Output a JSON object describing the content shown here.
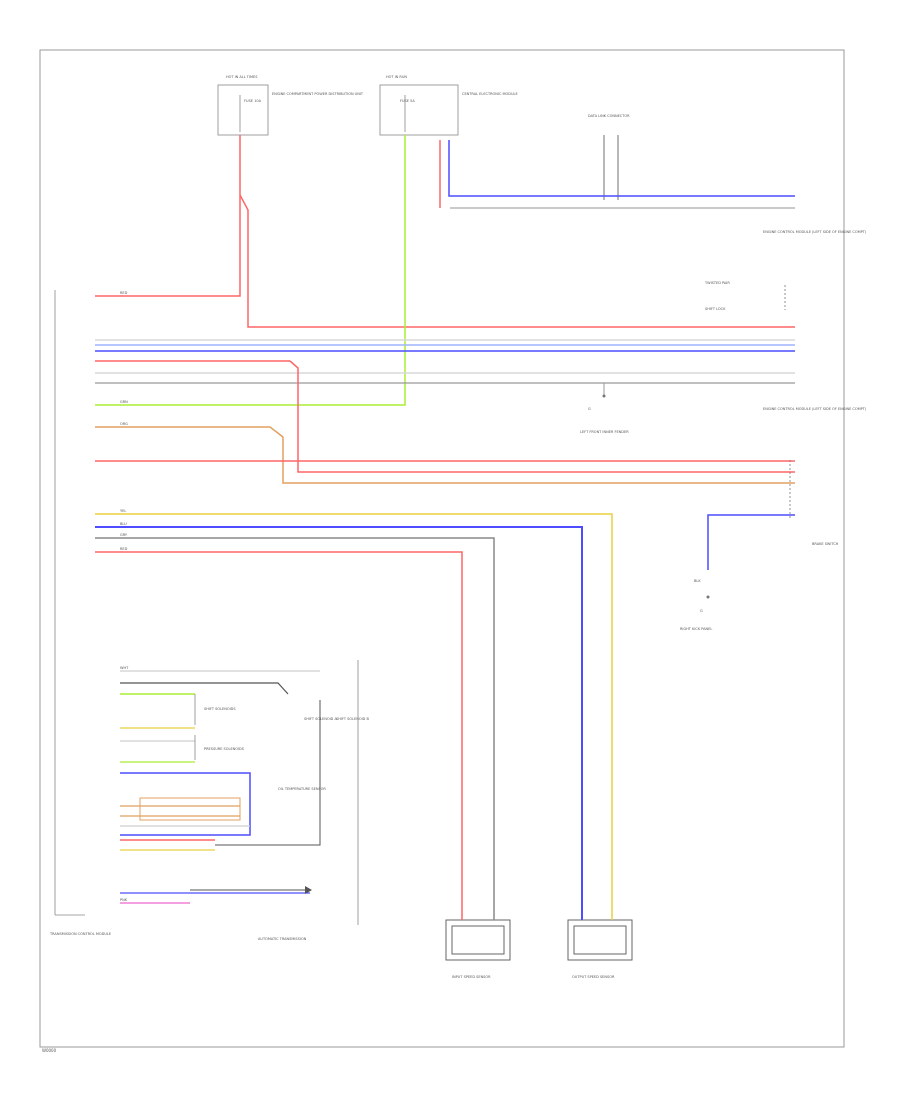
{
  "footer_code": "W0000",
  "wire_colors": {
    "red": "#ff6666",
    "blue": "#4d4dff",
    "green": "#aaee33",
    "gray": "#888888",
    "light_blue": "#9fb4ff",
    "light_gray": "#cfcfcf",
    "orange": "#e0a060",
    "yellow": "#e8d040",
    "pink": "#ee66cc",
    "frame": "#999999",
    "component": "#666666"
  },
  "labels": {
    "fuse_left_title": "HOT IN ALL TIMES",
    "fuse_left_inner": "FUSE 10A",
    "fuse_left_desc": "ENGINE COMPARTMENT POWER DISTRIBUTION UNIT",
    "fuse_mid_title": "HOT IN RUN",
    "fuse_mid_inner": "FUSE 5A",
    "fuse_mid_desc": "CENTRAL ELECTRONIC MODULE",
    "data_link": "DATA LINK CONNECTOR",
    "ecm_upper": "ENGINE CONTROL MODULE (LEFT SIDE OF ENGINE COMPT)",
    "ecm_lower": "ENGINE CONTROL MODULE (LEFT SIDE OF ENGINE COMPT)",
    "twisted_pair": "TWISTED PAIR",
    "shift_lock": "SHIFT LOCK",
    "ground_mid": "G",
    "ground_mid_desc": "LEFT FRONT INNER FENDER",
    "brake_switch": "BRAKE SWITCH",
    "ground_right": "G",
    "ground_right_desc": "RIGHT KICK PANEL",
    "ground_right_wire": "BLK",
    "tcm": "TRANSMISSION CONTROL MODULE",
    "auto_trans": "AUTOMATIC TRANSMISSION",
    "shift_solenoids": "SHIFT SOLENOIDS",
    "pressure_solenoids": "PRESSURE SOLENOIDS",
    "oil_temp_sensor": "OIL TEMPERATURE SENSOR",
    "shift_solenoid_a": "SHIFT SOLENOID A",
    "shift_solenoid_b": "SHIFT SOLENOID B",
    "input_speed": "INPUT SPEED SENSOR",
    "output_speed": "OUTPUT SPEED SENSOR",
    "wire_red": "RED",
    "wire_blu": "BLU",
    "wire_grn": "GRN",
    "wire_gry": "GRY",
    "wire_yel": "YEL",
    "wire_org": "ORG",
    "wire_pnk": "PNK",
    "wire_wht": "WHT"
  }
}
